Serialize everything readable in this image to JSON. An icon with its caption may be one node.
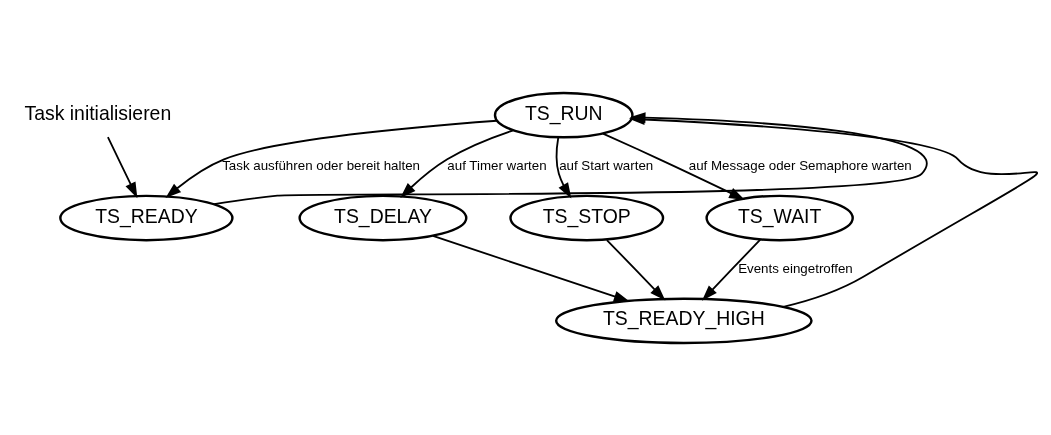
{
  "diagram": {
    "nodes": [
      {
        "text": [
          "Task initialisieren"
        ]
      },
      {
        "text": [
          "TS_RUN"
        ]
      },
      {
        "text": [
          "TS_READY"
        ]
      },
      {
        "text": [
          "TS_DELAY"
        ]
      },
      {
        "text": [
          "TS_STOP"
        ]
      },
      {
        "text": [
          "TS_WAIT"
        ]
      },
      {
        "text": [
          "TS_READY_HIGH"
        ]
      }
    ],
    "edges": [
      {
        "from": 0,
        "to": 2,
        "arrow": "to"
      },
      {
        "from": 1,
        "to": 2,
        "arrow": "to",
        "label": "Task ausführen oder bereit halten"
      },
      {
        "from": 2,
        "to": 1,
        "arrow": "to"
      },
      {
        "from": 6,
        "to": 1,
        "arrow": "to"
      },
      {
        "from": 1,
        "to": 3,
        "arrow": "to",
        "label": "auf Timer warten"
      },
      {
        "from": 1,
        "to": 4,
        "arrow": "to",
        "label": "auf Start warten"
      },
      {
        "from": 1,
        "to": 5,
        "arrow": "to",
        "label": "auf Message oder Semaphore warten"
      },
      {
        "from": 3,
        "to": 6,
        "arrow": "to"
      },
      {
        "from": 4,
        "to": 6,
        "arrow": "to"
      },
      {
        "from": 5,
        "to": 6,
        "arrow": "to",
        "label": "Events eingetroffen"
      }
    ]
  }
}
